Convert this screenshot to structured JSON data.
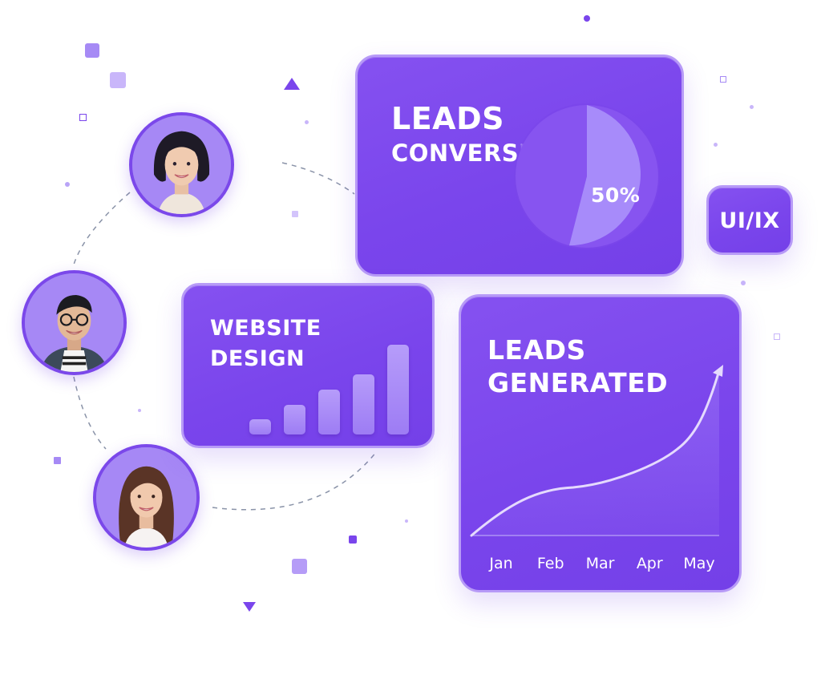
{
  "cards": {
    "leads_conversion": {
      "line1": "LEADS",
      "line2": "CONVERSION",
      "percent_label": "50%"
    },
    "ui_badge": {
      "label": "UI/IX"
    },
    "website_design": {
      "line1": "WEBSITE",
      "line2": "DESIGN"
    },
    "leads_generated": {
      "line1": "LEADS",
      "line2": "GENERATED"
    }
  },
  "chart_data": [
    {
      "type": "pie",
      "slices": [
        {
          "label": "50%",
          "value": 50,
          "highlighted": true
        },
        {
          "value": 50
        }
      ],
      "percent_label": "50%"
    },
    {
      "type": "bar",
      "title": "",
      "values": [
        1,
        2,
        3,
        4,
        6
      ],
      "ylim": [
        0,
        6
      ],
      "axis": "none"
    },
    {
      "type": "line",
      "categories": [
        "Jan",
        "Feb",
        "Mar",
        "Apr",
        "May"
      ],
      "trend": "increasing",
      "end_arrow": true,
      "y_axis": "none"
    }
  ],
  "avatars": [
    {
      "name": "woman-short-hair"
    },
    {
      "name": "man-glasses"
    },
    {
      "name": "woman-long-hair"
    }
  ],
  "colors": {
    "primary": "#7a45ec",
    "card_border": "#b79af7",
    "accent_light": "#a78bfa",
    "text": "#ffffff",
    "avatar_ring": "#7b48ea",
    "dashed_line": "#8a93a8"
  },
  "icons": [
    "triangle-up-icon",
    "triangle-down-icon",
    "square-decoration"
  ]
}
